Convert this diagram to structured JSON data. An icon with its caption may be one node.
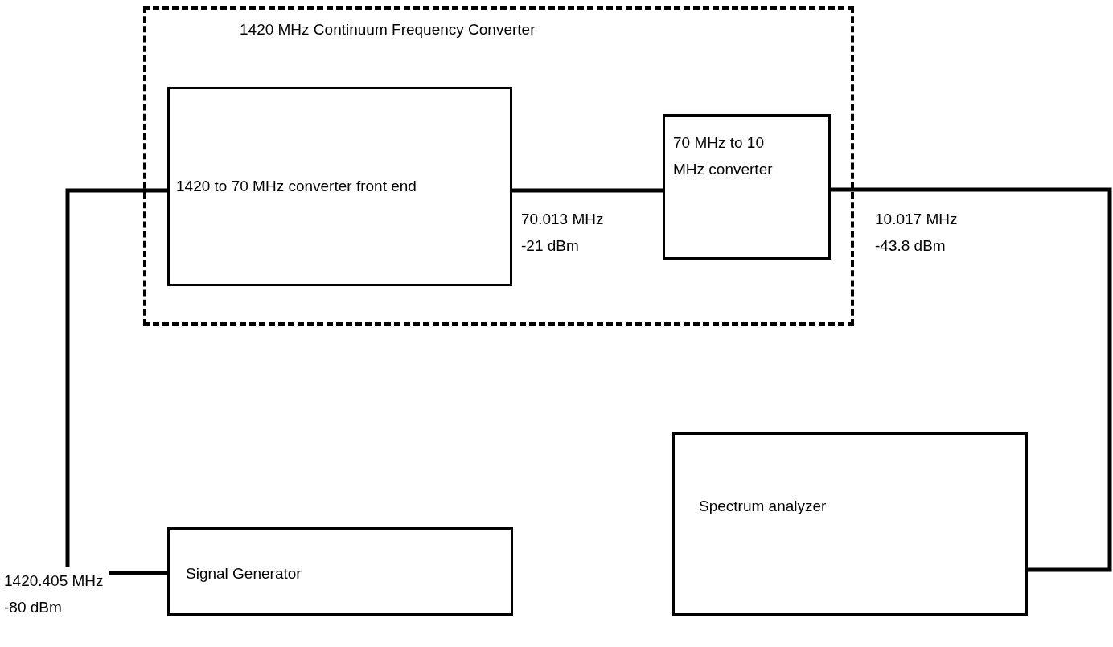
{
  "diagram": {
    "nodes": [
      {
        "text": [
          "1420 MHz Continuum Frequency Converter"
        ]
      },
      {
        "text": [
          "1420 to 70 MHz converter front end"
        ],
        "in": 0
      },
      {
        "text": [
          "70 MHz to 10 MHz converter"
        ],
        "in": 0
      },
      {
        "text": [
          "Signal Generator"
        ]
      },
      {
        "text": [
          "Spectrum analyzer"
        ]
      }
    ],
    "edges": [
      {
        "from": 3,
        "to": 1,
        "arrow": "none",
        "label": "1420.405 MHz -80 dBm"
      },
      {
        "from": 1,
        "to": 2,
        "arrow": "none",
        "label": "70.013 MHz -21 dBm"
      },
      {
        "from": 2,
        "to": 4,
        "arrow": "none",
        "label": "10.017 MHz -43.8 dBm"
      }
    ]
  }
}
